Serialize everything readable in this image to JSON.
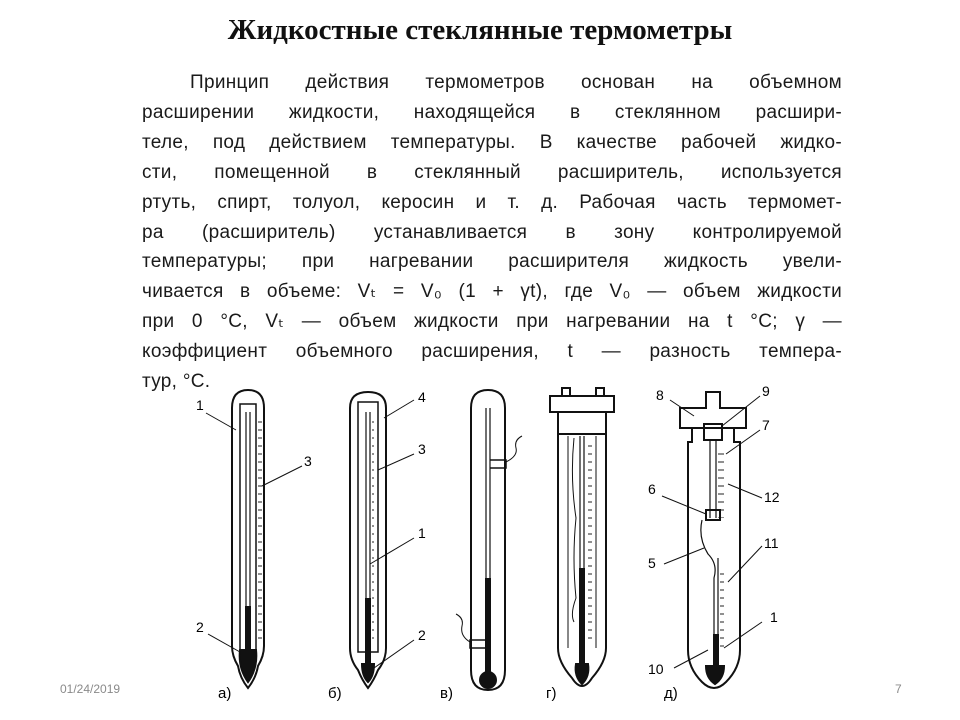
{
  "slide": {
    "title": "Жидкостные стеклянные термометры",
    "paragraph_lines": [
      "Принцип действия термометров основан на объемном",
      "расширении жидкости, находящейся в стеклянном расшири-",
      "теле, под действием температуры. В качестве рабочей жидко-",
      "сти, помещенной в стеклянный расширитель, используется",
      "ртуть, спирт, толуол, керосин и т. д. Рабочая часть термомет-",
      "ра (расширитель) устанавливается в зону контролируемой",
      "температуры; при нагревании расширителя жидкость увели-",
      "чивается в объеме: Vₜ = V₀ (1 + γt), где V₀ — объем жидкости",
      "при 0 °С, Vₜ — объем жидкости при нагревании на t °С; γ —",
      "коэффициент объемного расширения, t — разность темпера-",
      "тур, °С."
    ],
    "footer_date": "01/24/2019",
    "page_number": "7"
  },
  "figure": {
    "variant_labels": [
      "а)",
      "б)",
      "в)",
      "г)",
      "д)"
    ],
    "callouts": {
      "a1": "1",
      "a2": "2",
      "a3": "3",
      "b4": "4",
      "b3": "3",
      "b1": "1",
      "b2": "2",
      "d8": "8",
      "d9": "9",
      "d7": "7",
      "d6": "6",
      "d12": "12",
      "d5": "5",
      "d11": "11",
      "d1": "1",
      "d10": "10"
    }
  }
}
